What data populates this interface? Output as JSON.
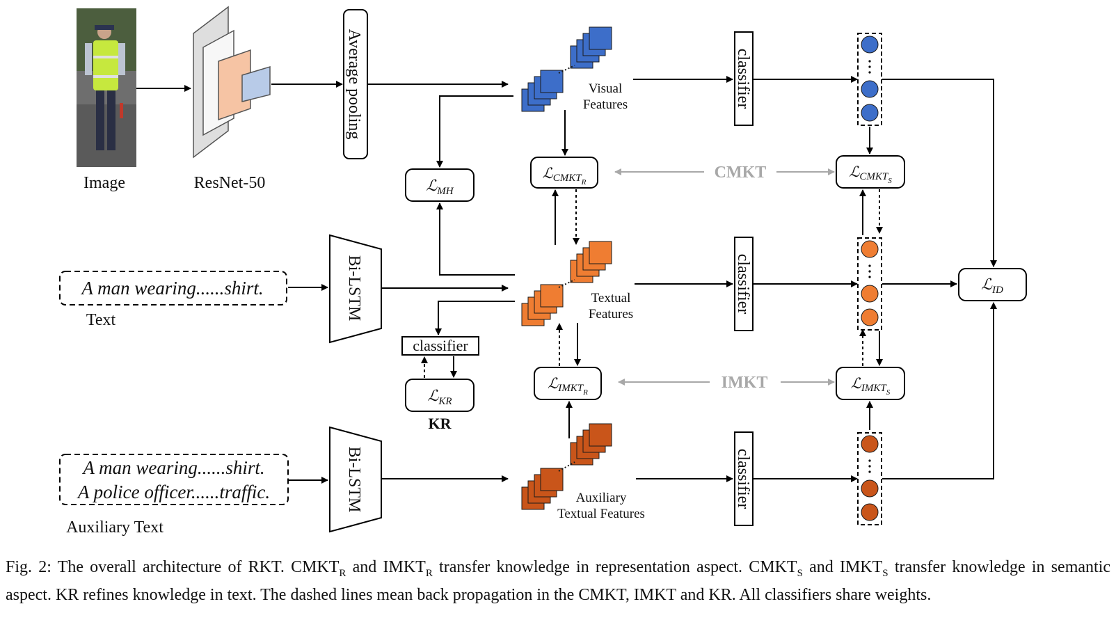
{
  "inputs": {
    "image_label": "Image",
    "backbone_label": "ResNet-50",
    "pooling_label": "Average pooling",
    "text_sentence": "A man wearing......shirt.",
    "text_label": "Text",
    "aux_sentence_1": "A man wearing......shirt.",
    "aux_sentence_2": "A police officer......traffic.",
    "aux_label": "Auxiliary Text",
    "encoder_label": "Bi-LSTM"
  },
  "features": {
    "visual_1": "Visual",
    "visual_2": "Features",
    "textual_1": "Textual",
    "textual_2": "Features",
    "aux_1": "Auxiliary",
    "aux_2": "Textual Features"
  },
  "classifier_label": "classifier",
  "losses": {
    "loss_symbol": "ℒ",
    "mh": "MH",
    "cmkt_r": "CMKT",
    "cmkt_r_sub": "R",
    "cmkt_s": "CMKT",
    "cmkt_s_sub": "S",
    "imkt_r": "IMKT",
    "imkt_r_sub": "R",
    "imkt_s": "IMKT",
    "imkt_s_sub": "S",
    "kr": "KR",
    "id": "ID"
  },
  "modules": {
    "cmkt": "CMKT",
    "imkt": "IMKT",
    "kr": "KR"
  },
  "colors": {
    "visual": "#3d6ec9",
    "textual": "#ef7d32",
    "auxiliary": "#c9551a",
    "backbone_orange": "#f6c4a4",
    "backbone_blue": "#b8cbe8",
    "module_gray": "#a8a8a8"
  },
  "caption": {
    "p1": "Fig. 2: The overall architecture of RKT. CMKT",
    "s1": "R",
    "p2": " and IMKT",
    "s2": "R",
    "p3": " transfer knowledge in representation aspect. CMKT",
    "s3": "S",
    "p4": " and IMKT",
    "s4": "S",
    "p5": " transfer knowledge in semantic aspect. KR refines knowledge in text. The dashed lines mean back propagation in the CMKT, IMKT and KR. All classifiers share weights."
  }
}
